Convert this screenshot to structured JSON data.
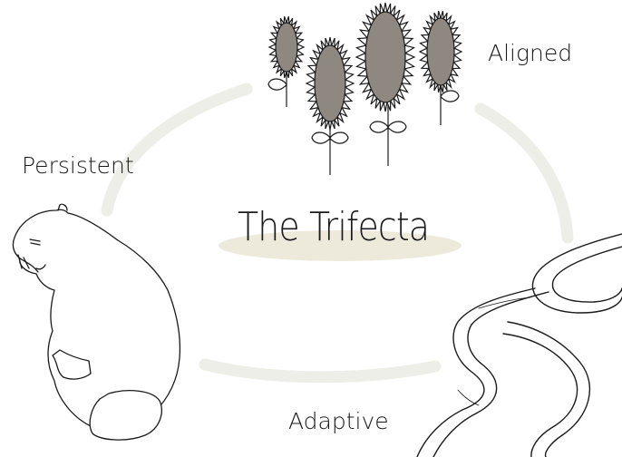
{
  "diagram": {
    "title": "The Trifecta",
    "nodes": [
      {
        "id": "aligned",
        "label": "Aligned",
        "icon": "sunflowers-icon"
      },
      {
        "id": "persistent",
        "label": "Persistent",
        "icon": "beaver-icon"
      },
      {
        "id": "adaptive",
        "label": "Adaptive",
        "icon": "river-icon"
      }
    ],
    "colors": {
      "cycle_ring": "#eeeee8",
      "title_highlight": "#eeeadb",
      "sunflower_head": "#8f8880",
      "outline": "#1a1a1a"
    }
  }
}
